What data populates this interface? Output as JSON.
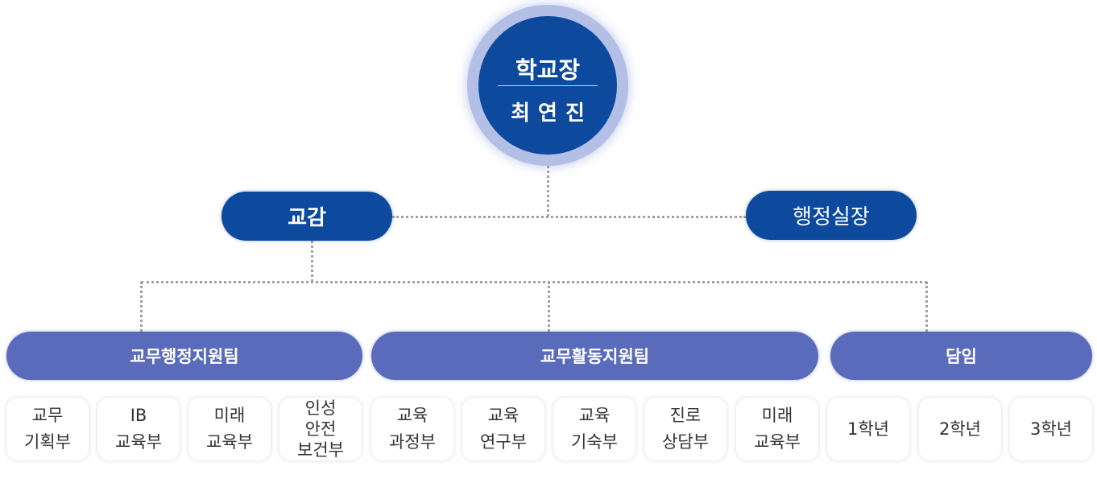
{
  "principal": {
    "title": "학교장",
    "name": "최연진"
  },
  "vice_principal": "교감",
  "admin_chief": "행정실장",
  "teams": [
    {
      "label": "교무행정지원팀",
      "depts": [
        [
          "교무",
          "기획부"
        ],
        [
          "IB",
          "교육부"
        ],
        [
          "미래",
          "교육부"
        ],
        [
          "인성",
          "안전",
          "보건부"
        ]
      ]
    },
    {
      "label": "교무활동지원팀",
      "depts": [
        [
          "교육",
          "과정부"
        ],
        [
          "교육",
          "연구부"
        ],
        [
          "교육",
          "기숙부"
        ],
        [
          "진로",
          "상담부"
        ],
        [
          "미래",
          "교육부"
        ]
      ]
    },
    {
      "label": "담임",
      "depts": [
        [
          "1학년"
        ],
        [
          "2학년"
        ],
        [
          "3학년"
        ]
      ]
    }
  ],
  "colors": {
    "primary": "#0d4a9e",
    "team": "#5b6bbb",
    "ring": "#b4bfe6"
  }
}
